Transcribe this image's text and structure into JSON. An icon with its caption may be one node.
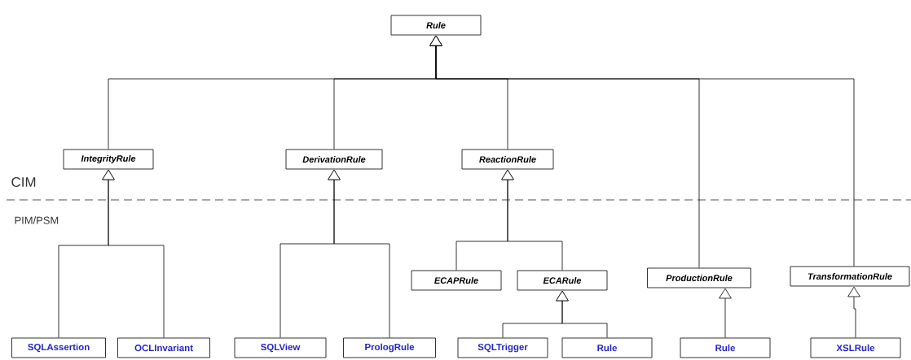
{
  "diagram": {
    "nodes": [
      {
        "text": [
          "Rule"
        ]
      },
      {
        "text": [
          "IntegrityRule"
        ]
      },
      {
        "text": [
          "DerivationRule"
        ]
      },
      {
        "text": [
          "ReactionRule"
        ]
      },
      {
        "text": [
          "ECAPRule"
        ]
      },
      {
        "text": [
          "ECARule"
        ]
      },
      {
        "text": [
          "ProductionRule"
        ]
      },
      {
        "text": [
          "TransformationRule"
        ]
      },
      {
        "text": [
          "SQLAssertion"
        ]
      },
      {
        "text": [
          "OCLInvariant"
        ]
      },
      {
        "text": [
          "SQLView"
        ]
      },
      {
        "text": [
          "PrologRule"
        ]
      },
      {
        "text": [
          "SQLTrigger"
        ]
      },
      {
        "text": [
          "Rule"
        ]
      },
      {
        "text": [
          "Rule"
        ]
      },
      {
        "text": [
          "XSLRule"
        ]
      }
    ],
    "edges": [
      {
        "from": 1,
        "to": 0,
        "arrow": "to"
      },
      {
        "from": 2,
        "to": 0,
        "arrow": "to"
      },
      {
        "from": 3,
        "to": 0,
        "arrow": "to"
      },
      {
        "from": 6,
        "to": 0,
        "arrow": "to"
      },
      {
        "from": 7,
        "to": 0,
        "arrow": "to"
      },
      {
        "from": 8,
        "to": 1,
        "arrow": "to"
      },
      {
        "from": 9,
        "to": 1,
        "arrow": "to"
      },
      {
        "from": 10,
        "to": 2,
        "arrow": "to"
      },
      {
        "from": 11,
        "to": 2,
        "arrow": "to"
      },
      {
        "from": 4,
        "to": 3,
        "arrow": "to"
      },
      {
        "from": 5,
        "to": 3,
        "arrow": "to"
      },
      {
        "from": 12,
        "to": 5,
        "arrow": "to"
      },
      {
        "from": 13,
        "to": 5,
        "arrow": "to"
      },
      {
        "from": 14,
        "to": 6,
        "arrow": "to"
      },
      {
        "from": 15,
        "to": 7,
        "arrow": "to"
      }
    ],
    "labels": [
      "CIM",
      "PIM/PSM"
    ]
  }
}
